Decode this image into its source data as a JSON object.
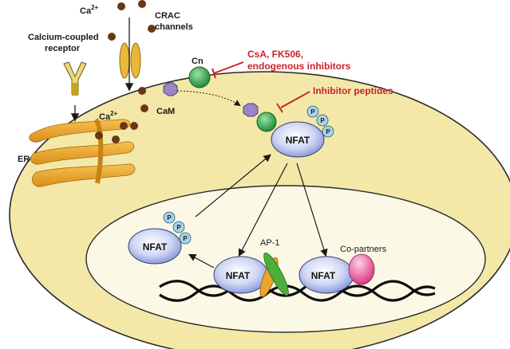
{
  "labels": {
    "ca_top": "Ca",
    "ca_top_sup": "2+",
    "crac": [
      "CRAC",
      "channels"
    ],
    "receptor": [
      "Calcium-coupled",
      "receptor"
    ],
    "ca_mid": "Ca",
    "ca_mid_sup": "2+",
    "cn": "Cn",
    "cam": "CaM",
    "er": "ER",
    "inhibitors": [
      "CsA, FK506,",
      "endogenous inhibitors"
    ],
    "inhibitor_peptides": "Inhibitor peptides",
    "nfat_cyto": "NFAT",
    "nfat_nuc_left": "NFAT",
    "nfat_ap1": "NFAT",
    "nfat_copartners": "NFAT",
    "ap1": "AP-1",
    "copartners": "Co-partners",
    "phospho": "P"
  },
  "colors": {
    "cell": "#f4e8a8",
    "nucleus": "#fbf9e6",
    "nfat_fill": "#c9d2f2",
    "calcineurin": "#2e9a4a",
    "calmodulin": "#9b86c4",
    "phosphate": "#a9d3e6",
    "er": "#e8a628",
    "calcium": "#6a3712",
    "inhibitor_red": "#c8232c",
    "ap1_green": "#4fae39",
    "ap1_orange": "#eba52c",
    "copartner": "#e54d8f"
  }
}
